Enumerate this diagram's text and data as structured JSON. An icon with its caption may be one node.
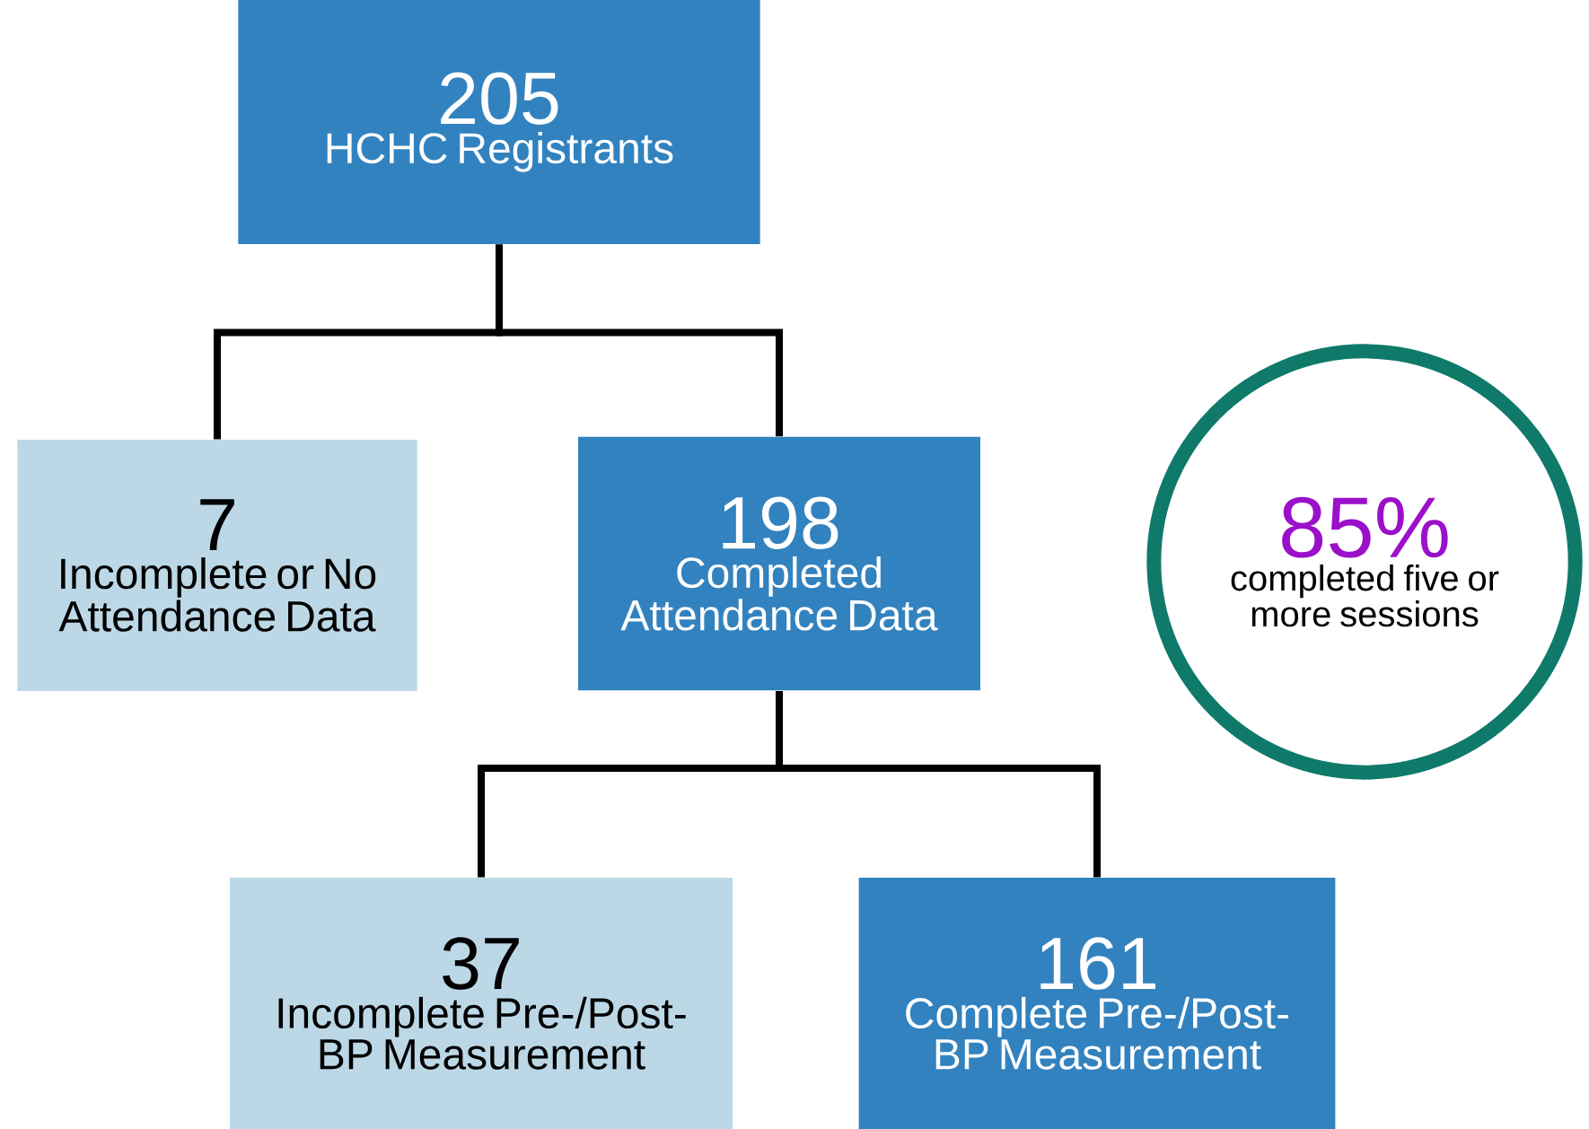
{
  "diagram": {
    "nodes": [
      {
        "text": [
          "205",
          "HCHC Registrants"
        ]
      },
      {
        "text": [
          "7",
          "Incomplete or No Attendance Data"
        ]
      },
      {
        "text": [
          "198",
          "Completed Attendance Data"
        ]
      },
      {
        "text": [
          "37",
          "Incomplete Pre-/Post- BP Measurement"
        ]
      },
      {
        "text": [
          "161",
          "Complete Pre-/Post- BP Measurement"
        ]
      },
      {
        "text": [
          "85%",
          "completed five or more sessions"
        ]
      }
    ],
    "edges": [
      {
        "from": 0,
        "to": 1,
        "arrow": "none"
      },
      {
        "from": 0,
        "to": 2,
        "arrow": "none"
      },
      {
        "from": 2,
        "to": 3,
        "arrow": "none"
      },
      {
        "from": 2,
        "to": 4,
        "arrow": "none"
      }
    ]
  }
}
